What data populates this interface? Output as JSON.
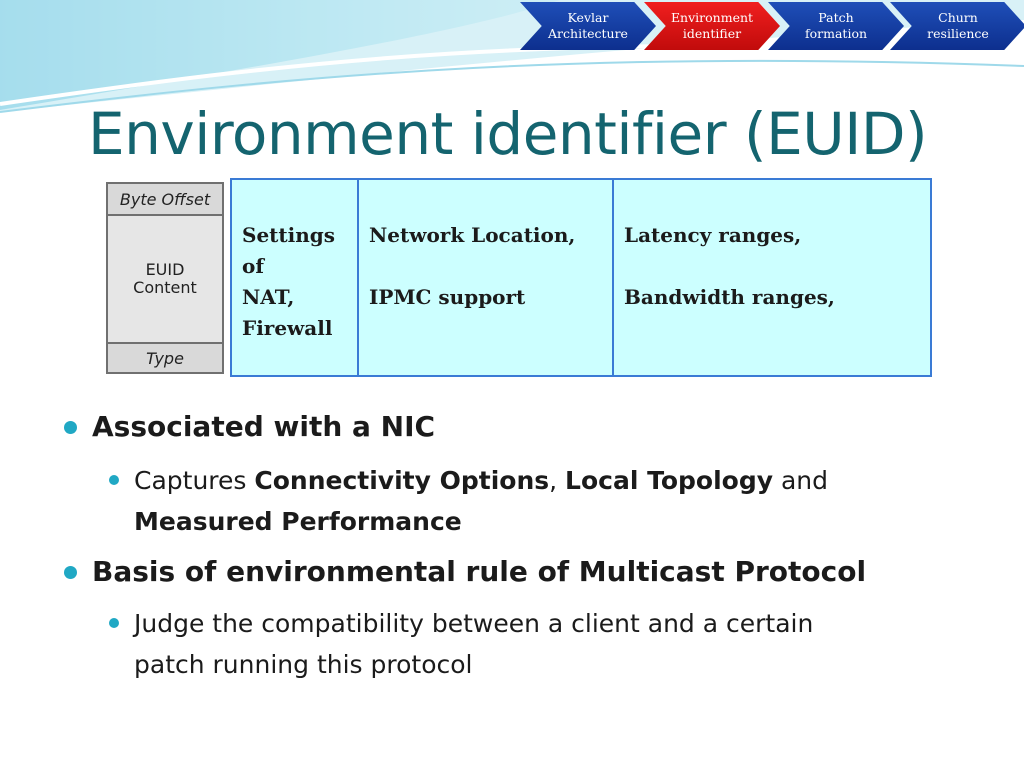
{
  "nav": {
    "items": [
      {
        "label": "Kevlar\nArchitecture",
        "active": false
      },
      {
        "label": "Environment\nidentifier",
        "active": true
      },
      {
        "label": "Patch\nformation",
        "active": false
      },
      {
        "label": "Churn\nresilience",
        "active": false
      }
    ]
  },
  "title": "Environment identifier (EUID)",
  "legend": {
    "top": "Byte Offset",
    "middle": "EUID\nContent",
    "bottom": "Type"
  },
  "table": {
    "col1": [
      "Settings",
      "of",
      "NAT,",
      "Firewall"
    ],
    "col2": [
      "Network Location,",
      "IPMC support"
    ],
    "col3": [
      "Latency ranges,",
      "Bandwidth ranges,"
    ]
  },
  "bullets": {
    "b1": "Associated with a NIC",
    "b1_sub": {
      "pre": "Captures ",
      "k1": "Connectivity Options",
      "sep": ", ",
      "k2": "Local Topology",
      "mid": " and",
      "k3": "Measured Performance"
    },
    "b2": "Basis of environmental rule of Multicast Protocol",
    "b2_sub_line1": "Judge the compatibility between a client and a certain",
    "b2_sub_line2": "patch running this protocol"
  },
  "colors": {
    "title": "#14646f",
    "nav_active": "#e01414",
    "nav_inactive": "#1640a8",
    "bullet": "#20a8c4",
    "table_fill": "#ccffff"
  }
}
